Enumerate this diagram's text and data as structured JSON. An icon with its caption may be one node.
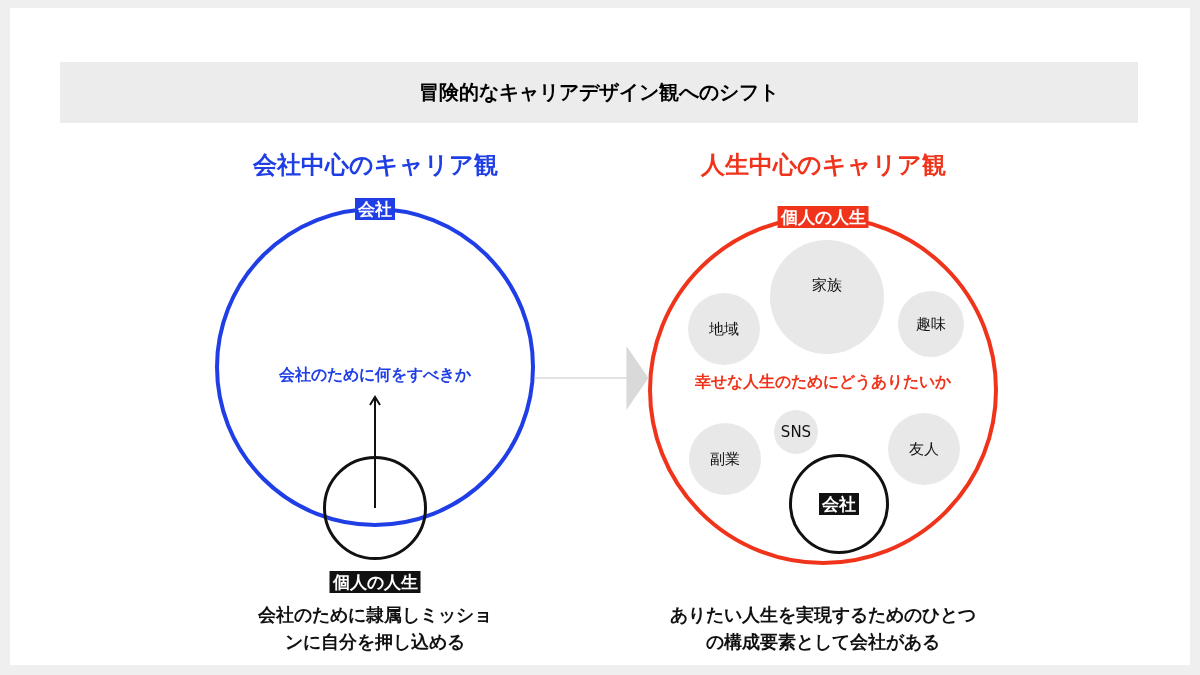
{
  "diagram": {
    "title": "冒険的なキャリアデザイン観へのシフト",
    "nodes": [
      {
        "text": [
          "会社",
          "会社のために何をすべきか"
        ]
      },
      {
        "text": [
          "個人の人生"
        ]
      },
      {
        "text": [
          "個人の人生",
          "幸せな人生のためにどうありたいか"
        ]
      },
      {
        "text": [
          "家族"
        ],
        "in": 2
      },
      {
        "text": [
          "地域"
        ],
        "in": 2
      },
      {
        "text": [
          "趣味"
        ],
        "in": 2
      },
      {
        "text": [
          "SNS"
        ],
        "in": 2
      },
      {
        "text": [
          "友人"
        ],
        "in": 2
      },
      {
        "text": [
          "副業"
        ],
        "in": 2
      },
      {
        "text": [
          "会社"
        ],
        "in": 2
      }
    ],
    "edges": [
      {
        "from": 1,
        "to": 0,
        "arrow": "to"
      },
      {
        "from": 0,
        "to": 2,
        "arrow": "to",
        "color": "#d9d9d9"
      }
    ],
    "labels": [
      "会社中心のキャリア観",
      "人生中心のキャリア観",
      "会社のために隷属しミッションに自分を押し込める",
      "ありたい人生を実現するためのひとつの構成要素として会社がある"
    ]
  }
}
